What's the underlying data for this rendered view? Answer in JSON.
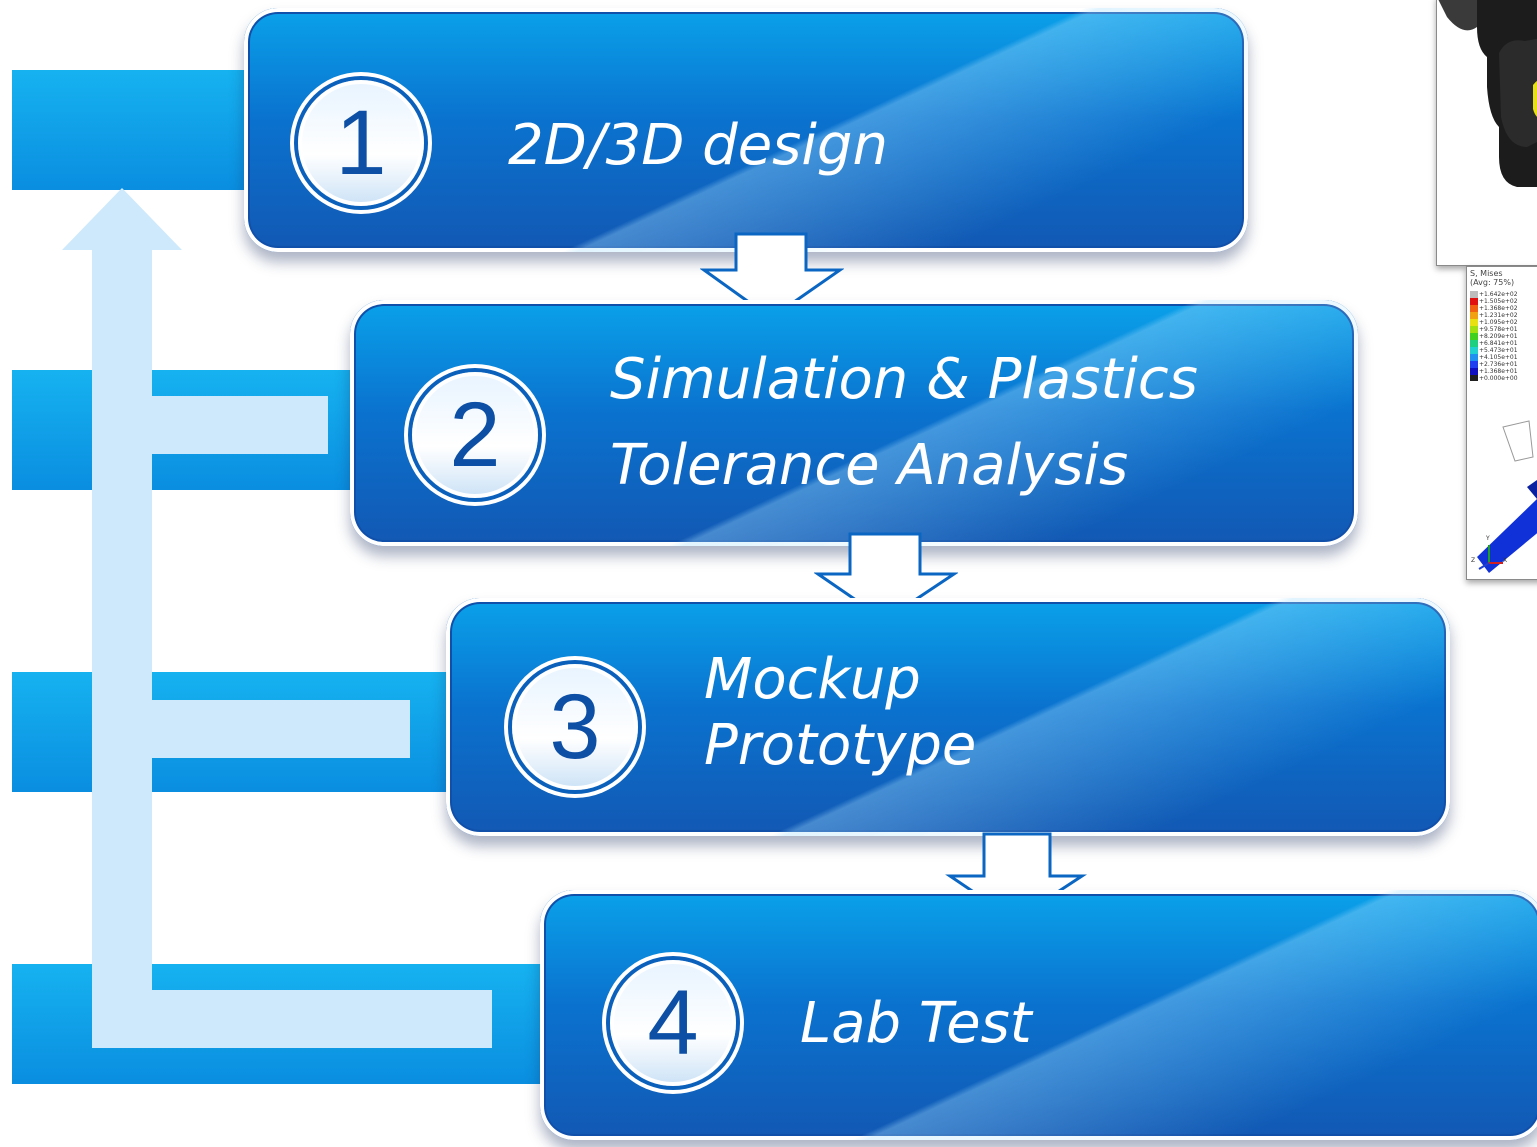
{
  "steps": [
    {
      "number": "1",
      "line1": "2D/3D design",
      "line2": ""
    },
    {
      "number": "2",
      "line1": "Simulation & Plastics",
      "line2": "Tolerance Analysis"
    },
    {
      "number": "3",
      "line1": "Mockup",
      "line2": "Prototype"
    },
    {
      "number": "4",
      "line1": "Lab Test",
      "line2": ""
    }
  ],
  "fea_legend": {
    "title_line1": "S, Mises",
    "title_line2": "(Avg: 75%)",
    "values": [
      "+1.642e+02",
      "+1.505e+02",
      "+1.368e+02",
      "+1.231e+02",
      "+1.095e+02",
      "+9.578e+01",
      "+8.209e+01",
      "+6.841e+01",
      "+5.473e+01",
      "+4.105e+01",
      "+2.736e+01",
      "+1.368e+01",
      "+0.000e+00"
    ],
    "axis_labels": {
      "y": "Y",
      "z": "Z",
      "x": "X"
    }
  },
  "colors": {
    "box_top": "#0aa2ea",
    "box_bottom": "#1258b3",
    "bar": "#0a8ee0",
    "feedback_arrow": "#cde9fb",
    "badge_digit": "#0c4fa5"
  }
}
